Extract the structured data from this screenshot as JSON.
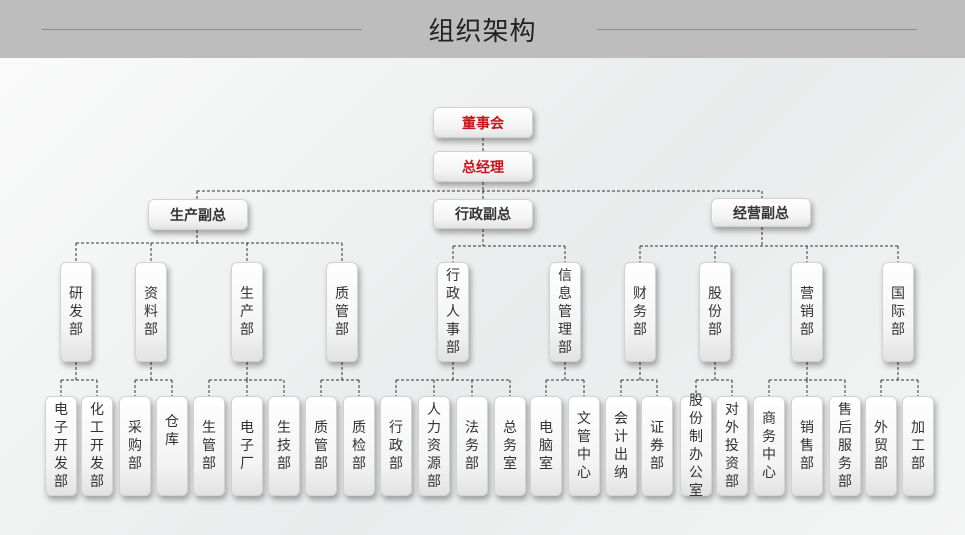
{
  "header": {
    "title": "组织架构"
  },
  "nodes": {
    "board": "董事会",
    "gm": "总经理",
    "vp_production": "生产副总",
    "vp_admin": "行政副总",
    "vp_business": "经营副总",
    "dept_rd": "研发部",
    "dept_materials": "资料部",
    "dept_production": "生产部",
    "dept_quality": "质管部",
    "dept_admin_hr": "行政人事部",
    "dept_info": "信息管理部",
    "dept_finance": "财务部",
    "dept_shares": "股份部",
    "dept_marketing": "营销部",
    "dept_international": "国际部",
    "unit_electronic_dev": "电子开发部",
    "unit_chemical_dev": "化工开发部",
    "unit_purchasing": "采购部",
    "unit_warehouse": "仓库",
    "unit_prod_mgmt": "生管部",
    "unit_electronics_factory": "电子厂",
    "unit_prod_tech": "生技部",
    "unit_quality_mgmt": "质管部",
    "unit_quality_inspection": "质检部",
    "unit_administration": "行政部",
    "unit_hr": "人力资源部",
    "unit_legal": "法务部",
    "unit_general_office": "总务室",
    "unit_computer_room": "电脑室",
    "unit_doc_center": "文管中心",
    "unit_cashier": "会计出纳",
    "unit_securities": "证券部",
    "unit_share_office": "股份制办公室",
    "unit_foreign_invest": "对外投资部",
    "unit_business_center": "商务中心",
    "unit_sales": "销售部",
    "unit_after_sales": "售后服务部",
    "unit_foreign_trade": "外贸部",
    "unit_processing": "加工部"
  }
}
